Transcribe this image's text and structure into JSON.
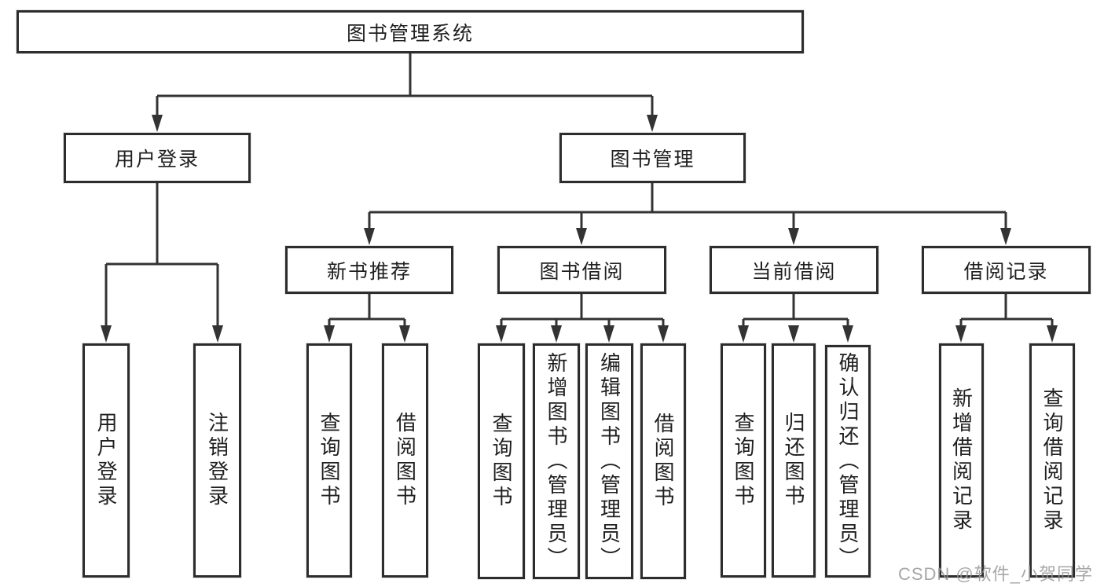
{
  "diagram_title": "图书管理系统",
  "tree": {
    "label": "图书管理系统",
    "children": [
      {
        "label": "用户登录",
        "children": [
          {
            "label": "用户登录"
          },
          {
            "label": "注销登录"
          }
        ]
      },
      {
        "label": "图书管理",
        "children": [
          {
            "label": "新书推荐",
            "children": [
              {
                "label": "查询图书"
              },
              {
                "label": "借阅图书"
              }
            ]
          },
          {
            "label": "图书借阅",
            "children": [
              {
                "label": "查询图书"
              },
              {
                "label": "新增图书（管理员）"
              },
              {
                "label": "编辑图书（管理员）"
              },
              {
                "label": "借阅图书"
              }
            ]
          },
          {
            "label": "当前借阅",
            "children": [
              {
                "label": "查询图书"
              },
              {
                "label": "归还图书"
              },
              {
                "label": "确认归还（管理员）"
              }
            ]
          },
          {
            "label": "借阅记录",
            "children": [
              {
                "label": "新增借阅记录"
              },
              {
                "label": "查询借阅记录"
              }
            ]
          }
        ]
      }
    ]
  },
  "watermark": "CSDN @软件_小贺同学",
  "colors": {
    "line": "#333333",
    "box_border": "#2d2d2d",
    "background": "#ffffff",
    "text": "#1f1f1f",
    "watermark": "#969696"
  }
}
